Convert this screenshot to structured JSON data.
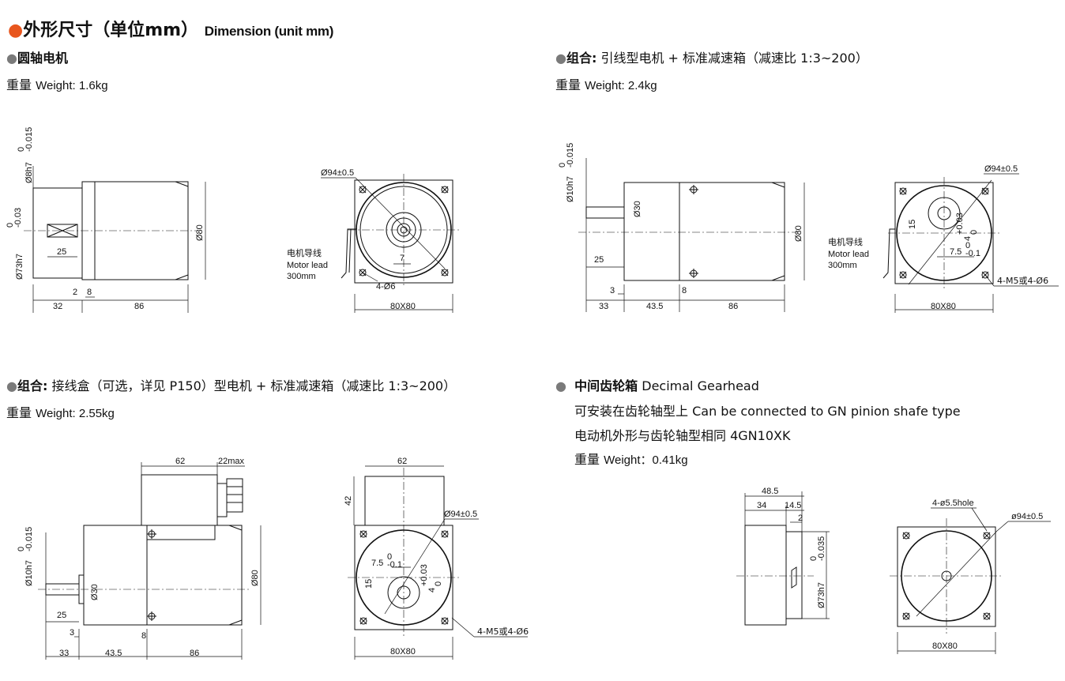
{
  "title": {
    "cn": "外形尺寸（单位mm）",
    "en": "Dimension (unit mm)"
  },
  "sections": [
    {
      "label": "圆轴电机",
      "weight_cn": "重量",
      "weight_en": "Weight: 1.6kg"
    },
    {
      "label": "组合:",
      "desc": "引线型电机 + 标准减速箱（减速比 1:3~200）",
      "weight_cn": "重量",
      "weight_en": "Weight: 2.4kg"
    },
    {
      "label": "组合:",
      "desc": "接线盒（可选，详见 P150）型电机 + 标准减速箱（减速比 1:3~200）",
      "weight_cn": "重量",
      "weight_en": "Weight: 2.55kg"
    },
    {
      "label": "中间齿轮箱",
      "desc": "Decimal Gearhead",
      "lines": [
        "可安装在齿轮轴型上 Can be connected to GN pinion shafe type",
        "电动机外形与齿轮轴型相同 4GN10XK"
      ],
      "weight_cn": "重量",
      "weight_en": "Weight：0.41kg"
    }
  ],
  "drawing1": {
    "shaft_dia": "Ø8h7",
    "shaft_tol_top": "0",
    "shaft_tol_bottom": "-0.015",
    "pilot_dia": "Ø73h7",
    "pilot_tol_top": "0",
    "pilot_tol_bottom": "-0.03",
    "key_len": "25",
    "d2": "2",
    "d8": "8",
    "d32": "32",
    "d86": "86",
    "body_dia": "Ø80",
    "pcd": "Ø94±0.5",
    "lead_cn": "电机导线",
    "lead_en": "Motor lead",
    "lead_len": "300mm",
    "d7": "7",
    "holes": "4-Ø6",
    "square": "80X80"
  },
  "drawing2": {
    "shaft_dia": "Ø10h7",
    "shaft_tol_top": "0",
    "shaft_tol_bottom": "-0.015",
    "boss_dia": "Ø30",
    "key_len": "25",
    "d3": "3",
    "d8": "8",
    "d33": "33",
    "d43": "43.5",
    "d86": "86",
    "body_dia": "Ø80",
    "pcd": "Ø94±0.5",
    "d15": "15",
    "d4": "4",
    "d4_tol_top": "+0.03",
    "d4_tol_bottom": "0",
    "d75": "7.5",
    "d75_tol_top": "0",
    "d75_tol_bottom": "-0.1",
    "lead_cn": "电机导线",
    "lead_en": "Motor lead",
    "lead_len": "300mm",
    "holes": "4-M5或4-Ø6",
    "square": "80X80"
  },
  "drawing3": {
    "d62": "62",
    "d22": "22max",
    "shaft_dia": "Ø10h7",
    "shaft_tol_top": "0",
    "shaft_tol_bottom": "-0.015",
    "boss_dia": "Ø30",
    "key_len": "25",
    "d3": "3",
    "d8": "8",
    "d33": "33",
    "d43": "43.5",
    "d86": "86",
    "body_dia": "Ø80",
    "d62b": "62",
    "d42": "42",
    "pcd": "Ø94±0.5",
    "d75": "7.5",
    "d75_tol_top": "0",
    "d75_tol_bottom": "-0.1",
    "d15": "15",
    "d4": "4",
    "d4_tol_top": "+0.03",
    "d4_tol_bottom": "0",
    "holes": "4-M5或4-Ø6",
    "square": "80X80"
  },
  "drawing4": {
    "d485": "48.5",
    "d34": "34",
    "d145": "14.5",
    "d2": "2",
    "pilot_dia": "Ø73h7",
    "pilot_tol_top": "0",
    "pilot_tol_bottom": "-0.035",
    "holes": "4-ø5.5hole",
    "pcd": "ø94±0.5",
    "square": "80X80"
  }
}
